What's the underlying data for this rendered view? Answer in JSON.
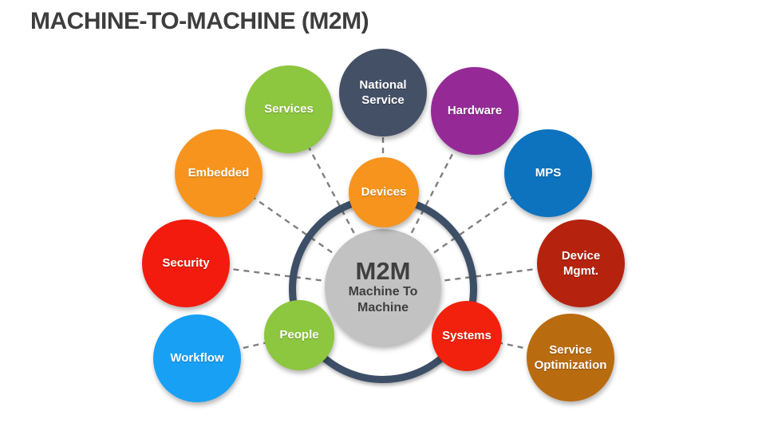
{
  "title": "MACHINE-TO-MACHINE (M2M)",
  "diagram": {
    "center": {
      "label": "M2M",
      "sublabel": "Machine To Machine",
      "color": "#C2C2C2",
      "text_color": "#3F3F3F"
    },
    "ring_color": "#3D4F66",
    "connector_color": "#7F7F7F",
    "inner_nodes": [
      {
        "label": "Devices",
        "color": "#F7941D"
      },
      {
        "label": "People",
        "color": "#8DC63F"
      },
      {
        "label": "Systems",
        "color": "#F2210D"
      }
    ],
    "outer_nodes": [
      {
        "label": "Services",
        "color": "#8DC63F"
      },
      {
        "label": "National Service",
        "color": "#445065"
      },
      {
        "label": "Hardware",
        "color": "#952A96"
      },
      {
        "label": "MPS",
        "color": "#0E73BE"
      },
      {
        "label": "Device Mgmt.",
        "color": "#B5220E"
      },
      {
        "label": "Service Optimization",
        "color": "#B96B10"
      },
      {
        "label": "Embedded",
        "color": "#F7941D"
      },
      {
        "label": "Security",
        "color": "#F21B0D"
      },
      {
        "label": "Workflow",
        "color": "#18A0F5"
      }
    ]
  }
}
